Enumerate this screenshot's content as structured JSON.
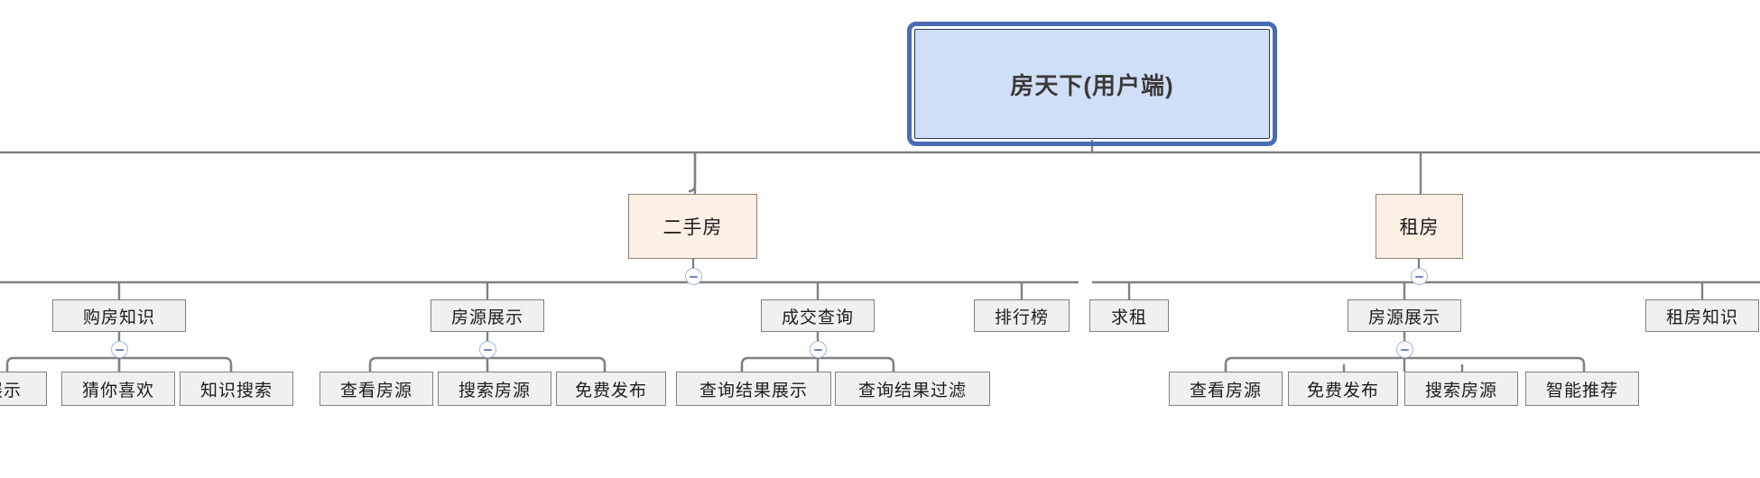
{
  "diagram": {
    "type": "tree-mindmap",
    "title": "房天下(用户端)",
    "orientation": "top-down",
    "colors": {
      "root_fill": "#cfdff8",
      "root_border": "#2b3a57",
      "root_selection": "#4a6cb3",
      "category_fill": "#fcefe3",
      "category_border": "#8a8278",
      "node_fill": "#f0f0f0",
      "node_border": "#808080",
      "edge": "#808080",
      "toggle_border": "#9db6de",
      "toggle_glyph": "#6f86c9",
      "canvas": "#ffffff"
    },
    "toggle_icon": "minus-icon",
    "toggle_state": "expanded"
  },
  "nodes": {
    "root": {
      "label": "房天下(用户端)",
      "level": 1,
      "selected": true
    },
    "cat_ershoufang": {
      "label": "二手房",
      "level": 2,
      "collapsible": true
    },
    "cat_zufang": {
      "label": "租房",
      "level": 2,
      "collapsible": true
    },
    "l3_goufangzhishi": {
      "label": "购房知识",
      "level": 3,
      "collapsible": true
    },
    "l3_fangyuan_ershou": {
      "label": "房源展示",
      "level": 3,
      "collapsible": true
    },
    "l3_chengjiaochaxun": {
      "label": "成交查询",
      "level": 3,
      "collapsible": true
    },
    "l3_paihangbang": {
      "label": "排行榜",
      "level": 3,
      "collapsible": false
    },
    "l3_qiuzu": {
      "label": "求租",
      "level": 3,
      "collapsible": false
    },
    "l3_fangyuan_zufang": {
      "label": "房源展示",
      "level": 3,
      "collapsible": true
    },
    "l3_zufangzhishi": {
      "label": "租房知识",
      "level": 3,
      "collapsible": false
    },
    "l4_zhanshi": {
      "label": "展示",
      "level": 4,
      "clipped": true
    },
    "l4_cainixihuan": {
      "label": "猜你喜欢",
      "level": 4
    },
    "l4_zhishisousuo": {
      "label": "知识搜索",
      "level": 4
    },
    "l4_chakanfangyuan_a": {
      "label": "查看房源",
      "level": 4
    },
    "l4_sousuofangyuan_a": {
      "label": "搜索房源",
      "level": 4
    },
    "l4_mianfeifabu_a": {
      "label": "免费发布",
      "level": 4
    },
    "l4_chaxunjieguozhanshi": {
      "label": "查询结果展示",
      "level": 4
    },
    "l4_chaxunjieguoguolv": {
      "label": "查询结果过滤",
      "level": 4
    },
    "l4_chakanfangyuan_b": {
      "label": "查看房源",
      "level": 4
    },
    "l4_mianfeifabu_b": {
      "label": "免费发布",
      "level": 4
    },
    "l4_sousuofangyuan_b": {
      "label": "搜索房源",
      "level": 4
    },
    "l4_zhinengtuijian": {
      "label": "智能推荐",
      "level": 4
    }
  },
  "hierarchy": [
    {
      "label": "房天下(用户端)",
      "children": [
        {
          "label": "二手房",
          "children": [
            {
              "label": "购房知识",
              "children": [
                {
                  "label": "展示"
                },
                {
                  "label": "猜你喜欢"
                },
                {
                  "label": "知识搜索"
                }
              ]
            },
            {
              "label": "房源展示",
              "children": [
                {
                  "label": "查看房源"
                },
                {
                  "label": "搜索房源"
                },
                {
                  "label": "免费发布"
                }
              ]
            },
            {
              "label": "成交查询",
              "children": [
                {
                  "label": "查询结果展示"
                },
                {
                  "label": "查询结果过滤"
                }
              ]
            },
            {
              "label": "排行榜",
              "children": []
            }
          ]
        },
        {
          "label": "租房",
          "children": [
            {
              "label": "求租",
              "children": []
            },
            {
              "label": "房源展示",
              "children": [
                {
                  "label": "查看房源"
                },
                {
                  "label": "免费发布"
                },
                {
                  "label": "搜索房源"
                },
                {
                  "label": "智能推荐"
                }
              ]
            },
            {
              "label": "租房知识",
              "children": []
            }
          ]
        }
      ]
    }
  ]
}
